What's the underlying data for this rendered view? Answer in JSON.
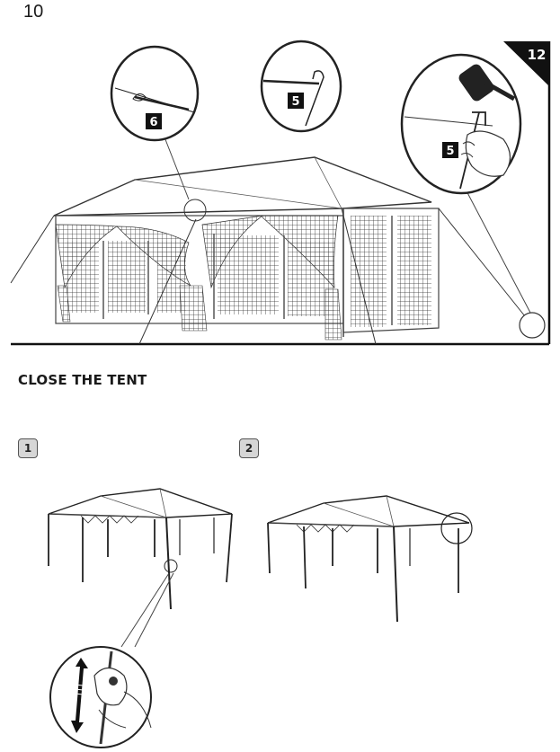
{
  "page": {
    "number": "10"
  },
  "top_figure": {
    "step_tag": "12",
    "callouts": [
      {
        "label": "6"
      },
      {
        "label": "5"
      },
      {
        "label": "5"
      }
    ]
  },
  "section": {
    "title": "CLOSE THE TENT"
  },
  "steps": [
    {
      "label": "1"
    },
    {
      "label": "2"
    }
  ]
}
